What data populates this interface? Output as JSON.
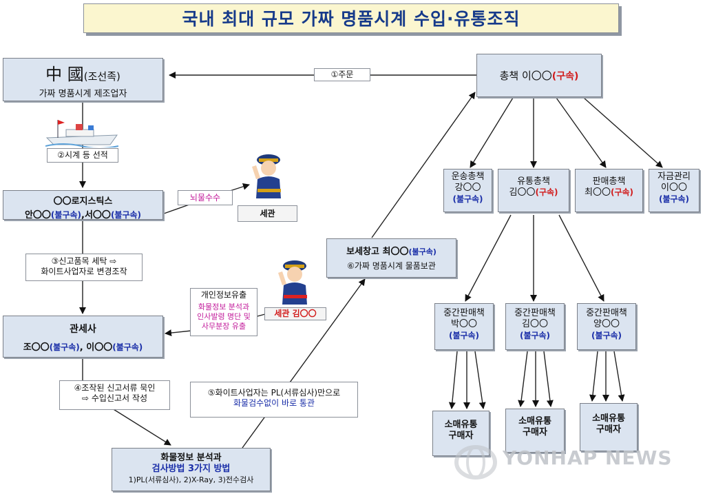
{
  "title": "국내 최대 규모 가짜 명품시계 수입·유통조직",
  "china": {
    "heading": "中 國",
    "sub": "(조선족)",
    "desc": "가짜 명품시계 제조업자"
  },
  "order_label": "①주문",
  "ship_label": "②시계 등 선적",
  "logistics": {
    "name": "〇〇로지스틱스",
    "p1": "안〇〇",
    "s1": "(불구속)",
    "sep": ",",
    "p2": "서〇〇",
    "s2": "(불구속)"
  },
  "bribe_label": "뇌물수수",
  "customs_officer": "세관",
  "customs_officer_kim": "세관 김〇〇",
  "step3": {
    "l1": "③신고품목 세탁 ⇨",
    "l2": "화이트사업자로 변경조작"
  },
  "leak": {
    "title": "개인정보유출",
    "l1": "화물정보 분석과",
    "l2": "인사발령 명단 및",
    "l3": "사무분장 유출"
  },
  "broker": {
    "name": "관세사",
    "p1": "조〇〇",
    "s1": "(불구속)",
    "sep": ",",
    "p2": "이〇〇",
    "s2": "(불구속)"
  },
  "step4": {
    "l1": "④조작된 신고서류 묵인",
    "l2": "⇨ 수입신고서 작성"
  },
  "step5": {
    "l1": "⑤화이트사업자는 PL(서류심사)만으로",
    "l2": "화물검수없이 바로 통관"
  },
  "inspection": {
    "l1": "화물정보 분석과",
    "l2": "검사방법 3가지 방법",
    "l3": "1)PL(서류심사), 2)X-Ray, 3)전수검사"
  },
  "warehouse": {
    "l1a": "보세창고 최〇〇",
    "l1b": "(불구속)",
    "l2": "⑥가짜 명품시계 물품보관"
  },
  "boss": {
    "name": "총책  이〇〇",
    "status": "(구속)"
  },
  "transport": {
    "l1": "운송총책",
    "l2": "강〇〇",
    "l3": "(불구속)"
  },
  "distribution": {
    "l1": "유통총책",
    "l2": "김〇〇",
    "l2s": "(구속)"
  },
  "sales": {
    "l1": "판매총책",
    "l2": "최〇〇",
    "l2s": "(구속)"
  },
  "funds": {
    "l1": "자금관리",
    "l2": "이〇〇",
    "l3": "(불구속)"
  },
  "mid1": {
    "l1": "중간판매책",
    "l2": "박〇〇",
    "l3": "(불구속)"
  },
  "mid2": {
    "l1": "중간판매책",
    "l2": "김〇〇",
    "l3": "(불구속)"
  },
  "mid3": {
    "l1": "중간판매책",
    "l2": "양〇〇",
    "l3": "(불구속)"
  },
  "retail1": {
    "l1": "소매유통",
    "l2": "구매자"
  },
  "retail2": {
    "l1": "소매유통",
    "l2": "구매자"
  },
  "retail3": {
    "l1": "소매유통",
    "l2": "구매자"
  },
  "watermark": "YONHAP NEWS"
}
